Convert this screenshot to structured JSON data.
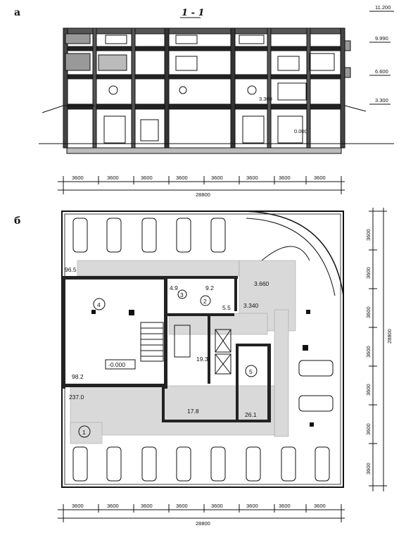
{
  "labels": {
    "section_a": "а",
    "section_b": "б",
    "section_title": "1 - 1"
  },
  "elevations": [
    "11.200",
    "9.990",
    "6.600",
    "3.300",
    "3.300",
    "0.000"
  ],
  "section_dimensions": {
    "spans": [
      "3600",
      "3600",
      "3600",
      "3600",
      "3600",
      "3600",
      "3600",
      "3600"
    ],
    "total": "28800"
  },
  "plan_dimensions": {
    "bottom_spans": [
      "3600",
      "3600",
      "3600",
      "3600",
      "3600",
      "3600",
      "3600",
      "3600"
    ],
    "bottom_total": "28800",
    "right_spans": [
      "3600",
      "3600",
      "3600",
      "3600",
      "3600",
      "3600",
      "3600"
    ],
    "right_total": "28800"
  },
  "plan_labels": {
    "room_1": "1",
    "room_2": "2",
    "room_3": "3",
    "room_4": "4",
    "room_5": "5",
    "area_96": "96.5",
    "area_49": "4.9",
    "area_92": "9.2",
    "area_55": "5.5",
    "area_193": "19.3",
    "area_982": "98.2",
    "area_178": "17.8",
    "area_261": "26.1",
    "area_2370": "237.0",
    "area_366": "3.660",
    "area_334": "3.340",
    "level_plan": "-0.000"
  }
}
